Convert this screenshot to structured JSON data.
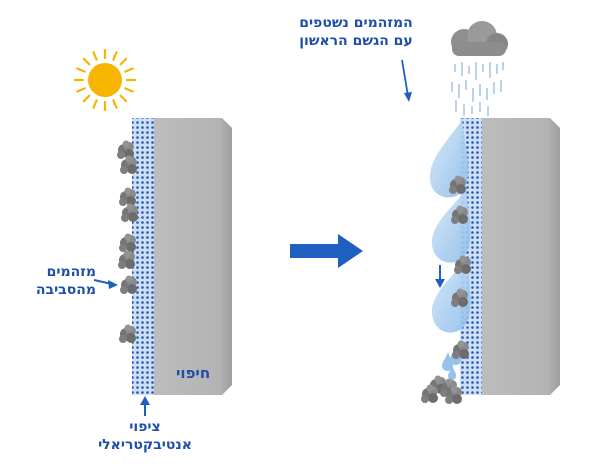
{
  "labels": {
    "pollutants_line1": "מזהמים",
    "pollutants_line2": "מהסביבה",
    "coating_line1": "ציפוי",
    "coating_line2": "אנטיבקטריאלי",
    "tiles": "חיפוי",
    "washed_line1": "המזהמים נשטפים",
    "washed_line2": "עם הגשם הראשון"
  },
  "icons": [
    "sun-icon",
    "cloud-icon",
    "rain-icon",
    "right-arrow-icon",
    "dirt-particle-icon",
    "water-droplet-icon"
  ],
  "colors": {
    "label_blue": "#1f4fa8",
    "arrow_blue": "#1f5fbf",
    "sun": "#f7b500",
    "wall": "#b9b9b9",
    "coating": "#cfe0f5",
    "dots": "#2356b8",
    "dirt": "#777777",
    "water": "#a9cdf0"
  }
}
